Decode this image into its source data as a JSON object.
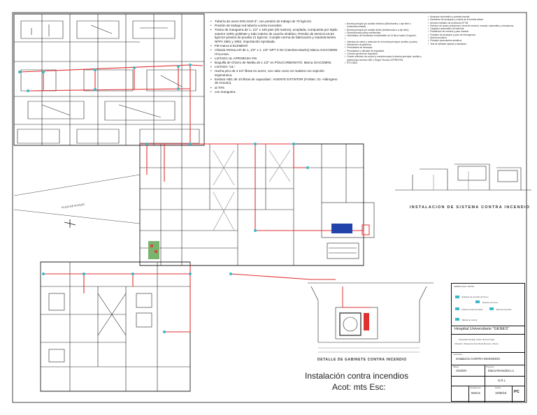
{
  "drawing": {
    "title_line1": "Instalación contra incendios",
    "title_line2": "Acot: mts Esc:",
    "section_title": "INSTALACION DE SISTEMA CONTRA INCENDIO",
    "detail_title": "DETALLE DE GABINETE CONTRA INCENDIO",
    "street_label": "PLAZA DE ACCESO"
  },
  "notes": [
    "Tubería de acero DIN 2440 3\", con presión de trabajo de 70 kg/cm2.",
    "Presión de trabajo red tubería contra incendios.",
    "Tramo de manguera de 1, 1/2\" x 100 pies (30 metros), acoplada, compuesta por tejido exterior 100% poliéster y tubo interior de caucho sintético. Presión de servicio:10,54 kg/cm2 presión de prueba 21 kg/cm2. Cumple norma de fabricación y mantenimiento NFPA 1961 y 1962. Importación Aprobada.",
    "FM marca 5 ELEMENT.",
    "Válvula ANGULAR de 1, 1/2\" x 1, 1/2\" NPT X NH (Hembra-Macho) Marca GIACOMINI ITALIANA.",
    "LISTADA UL APROBADA FM.",
    "Boquilla de Chorro de Niebla de 1 1/2\" en POLICARBONATO. Marca GIACOMINI.",
    "LISTADA \"UL\".",
    "Hacha pico de 4 1/2' libras en acero, con cabo curvo en madera con sujeción ergonomica.",
    "Extintor ABC de 10 libras de capacidad : AGENTE EXTINTOR (Forfato. 01- Hidrogeno de Amonio).",
    "al 70%",
    "con manguera."
  ],
  "specs_left": [
    "Bomba principal y/o auxiliar eléctrica (Motobomba, a eje libre o horizontal vertical).",
    "Bomba principal y/o auxiliar diésel (Motobomba o a eje libre).",
    "Electrobomba jockey multicelular.",
    "Hidróstatos de membrana recambiable de 24 litros hasta 16 kg/cm2.",
    "",
    "Válvulas de cierre y retención en la bomba principal, auxiliar y jockey.",
    "Manómetro de glicerina.",
    "Presostatos de arranque.",
    "Presostatos y válvulas de seguridad.",
    "Colector general de impulsión.",
    "Cuadro eléctrico de control y maniobra para la bomba principal, auxiliar y jockey bajo normas UNE o Regla Técnica CEPREVEN.",
    "RTO-ABA."
  ],
  "specs_right": [
    "Arranque automático y parada manual.",
    "Desfuerzo de arranque y control de la bomba diésel.",
    "Armario metálico de protección IP 55.",
    "Selector de cuatro posiciones: fuera de servicio, manual, automático y simulacros.",
    "Cargador automático de baterías.",
    "Pulsadores de marcha y paro manual.",
    "Pulsador de arranque y paro de emergencia.",
    "Alarma acústica.",
    "Pulsador para alarma acústica.",
    "Test de señales ópticas y acústicas."
  ],
  "legend": {
    "heading": "SIMBOLOGIA / NOTAS",
    "items": [
      "Gabinete de incendio de Tipo 1",
      "Detector de humo",
      "Tubería contra incendios",
      "Boca de incendio",
      "Válvula de control"
    ]
  },
  "title_block": {
    "hospital": "Hospital Universitario \"GENES\"",
    "owner": "Propiedad: Rodrigo Ocaso Herrera Ángel",
    "location": "Ubicación: Boulevard José María Morelos y Pavón",
    "content_label": "Contenido:",
    "content": "Instalación CONTRA INCENDIOS",
    "drawer_label": "Dibujó:",
    "drawer": "HUGEN",
    "author_label": "Proyectó:",
    "author": "Diana Remedios Lo",
    "firm": "G.R.L",
    "units_label": "Acotaciones:",
    "units": "Metros",
    "date_label": "Fecha:",
    "date": "19/06/16",
    "sheet_code": "PC"
  },
  "colors": {
    "pipe_red": "#e03030",
    "node_cyan": "#3bb8c8",
    "line": "#1a1a1a"
  }
}
